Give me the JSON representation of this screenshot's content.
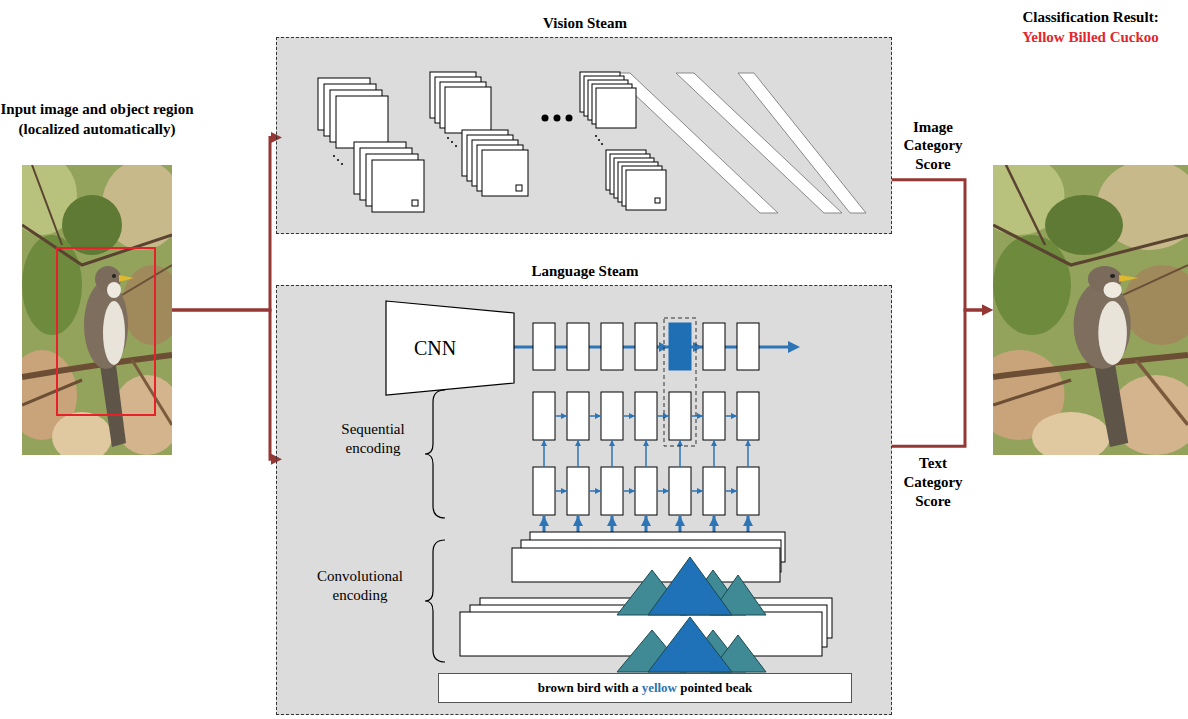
{
  "diagram": {
    "nodes": [
      {
        "text": [
          "Input image and object region (localized automatically)"
        ]
      },
      {
        "text": [
          "Vision Steam"
        ]
      },
      {
        "text": [
          "Language Steam"
        ]
      },
      {
        "text": [
          "CNN"
        ],
        "in": 2
      },
      {
        "text": [
          "brown bird with a yellow pointed beak"
        ],
        "in": 2
      },
      {
        "text": [
          "Classification Result:",
          "Yellow Billed Cuckoo"
        ]
      }
    ],
    "edges": [
      {
        "from": 0,
        "to": 1,
        "arrow": "to"
      },
      {
        "from": 0,
        "to": 2,
        "arrow": "to"
      },
      {
        "from": 1,
        "to": 5,
        "label": "Image Category Score",
        "arrow": "to"
      },
      {
        "from": 2,
        "to": 5,
        "label": "Text Category Score",
        "arrow": "to"
      }
    ],
    "labels": [
      "Sequential encoding",
      "Convolutional encoding"
    ]
  }
}
